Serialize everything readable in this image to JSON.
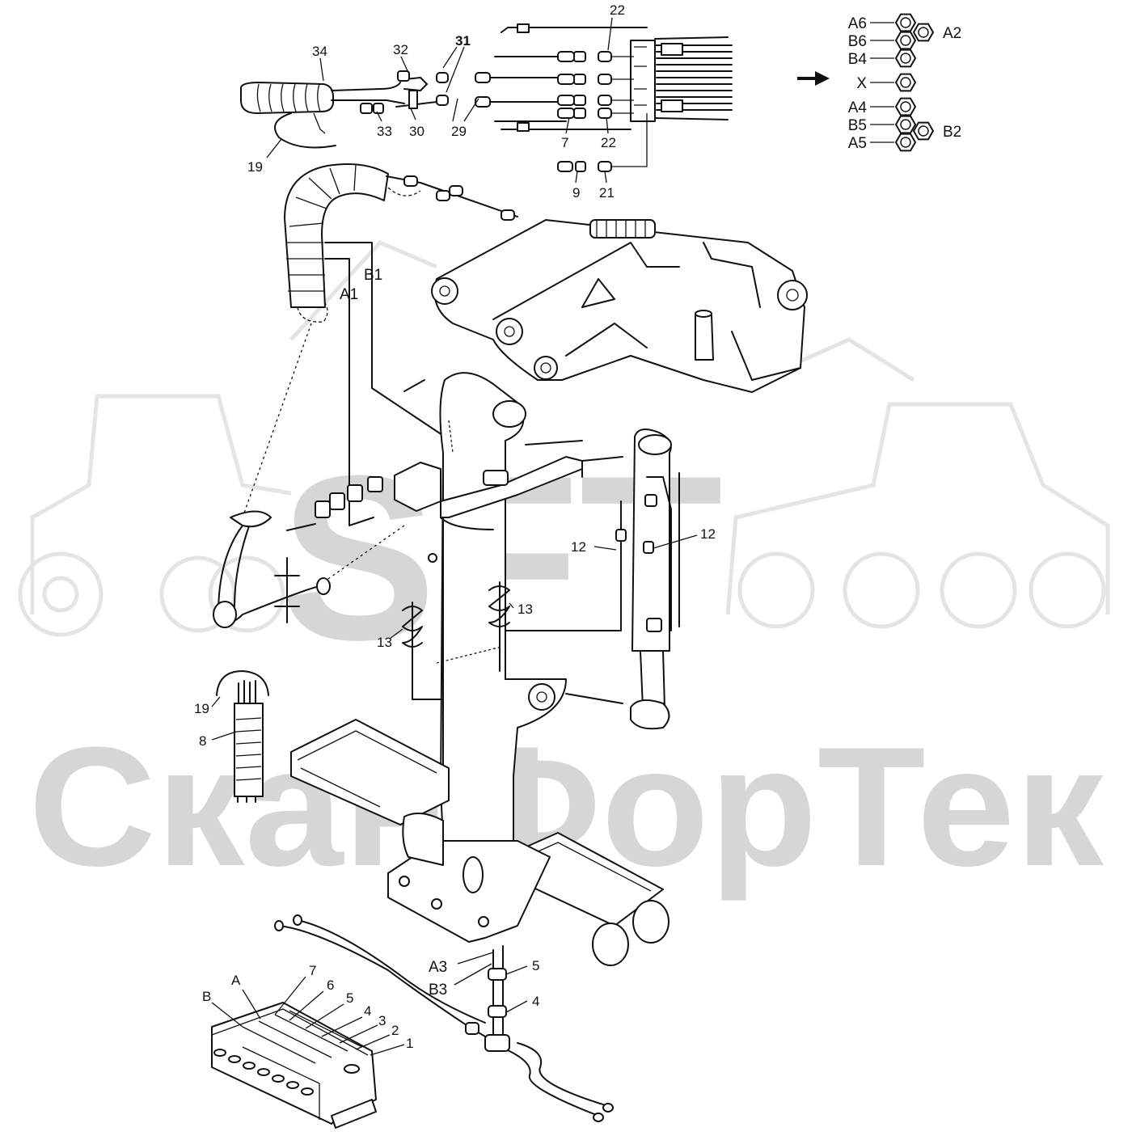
{
  "watermark": {
    "top_text": "SFT",
    "bottom_text": "СканФорТек",
    "color": "#d6d6d6"
  },
  "callouts": {
    "c34": "34",
    "c32": "32",
    "c31": "31",
    "c33": "33",
    "c30": "30",
    "c29": "29",
    "c22a": "22",
    "c22b": "22",
    "c7a": "7",
    "c9": "9",
    "c21": "21",
    "c19a": "19",
    "cB1": "B1",
    "cA1": "A1",
    "c12a": "12",
    "c12b": "12",
    "c13a": "13",
    "c13b": "13",
    "c19b": "19",
    "c8": "8",
    "cA3": "A3",
    "cB3": "B3",
    "c5a": "5",
    "c4a": "4",
    "cB": "B",
    "cA": "A",
    "c7b": "7",
    "c6": "6",
    "c5b": "5",
    "c4b": "4",
    "c3": "3",
    "c2": "2",
    "c1": "1"
  },
  "port_legend": {
    "arrow_icon": "right-arrow",
    "left_ports": [
      "A6",
      "B6",
      "B4",
      "X",
      "A4",
      "B5",
      "A5"
    ],
    "right_ports": [
      "A2",
      "B2"
    ]
  }
}
